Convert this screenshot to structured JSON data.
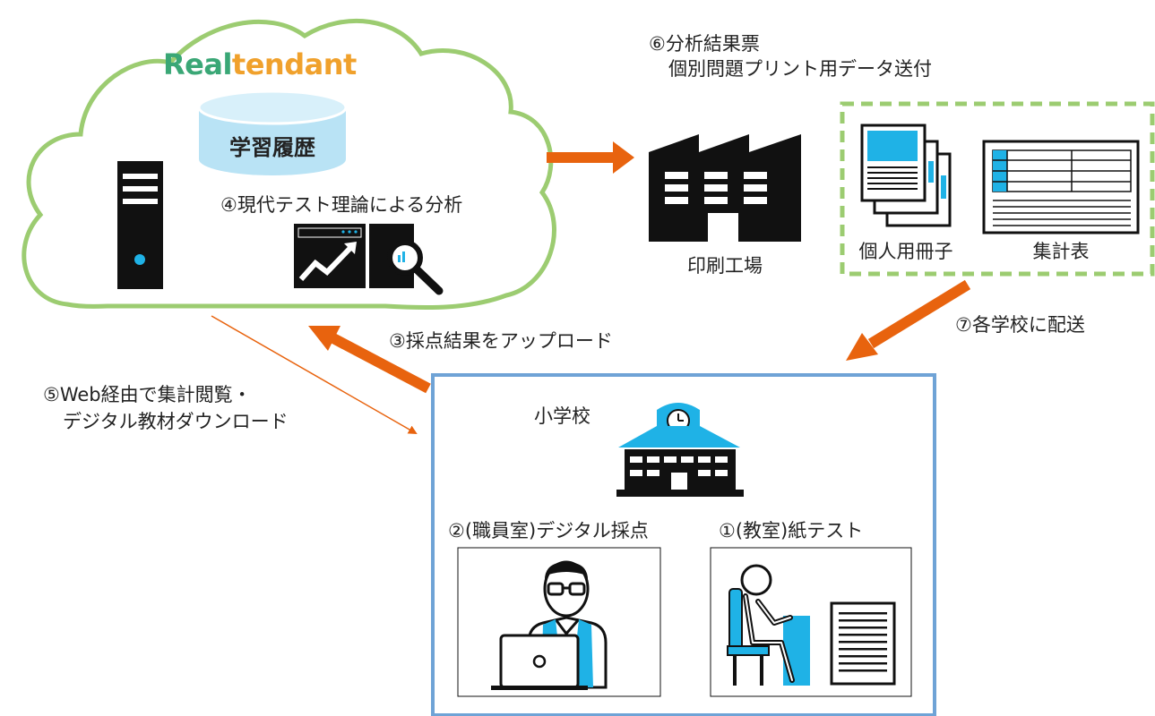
{
  "cloud": {
    "logo_text_a": "Real",
    "logo_text_b": "tendant",
    "db_label": "学習履歴",
    "analysis_label": "④現代テスト理論による分析"
  },
  "printing": {
    "send_line1": "⑥分析結果票",
    "send_line2": "個別問題プリント用データ送付",
    "factory_label": "印刷工場",
    "booklet_label": "個人用冊子",
    "summary_label": "集計表"
  },
  "delivery": {
    "label": "⑦各学校に配送"
  },
  "upload": {
    "label": "③採点結果をアップロード"
  },
  "web": {
    "line1": "⑤Web経由で集計閲覧・",
    "line2": "デジタル教材ダウンロード"
  },
  "school": {
    "label": "小学校",
    "staff_label": "②(職員室)デジタル採点",
    "class_label": "①(教室)紙テスト"
  },
  "colors": {
    "cloud_stroke": "#9ccc71",
    "db_fill": "#b9e3f5",
    "accent_blue": "#1fb2e6",
    "arrow_orange": "#e8630e",
    "school_border": "#6fa3d6",
    "logo_green": "#3aa776",
    "logo_orange": "#f0a12c"
  }
}
